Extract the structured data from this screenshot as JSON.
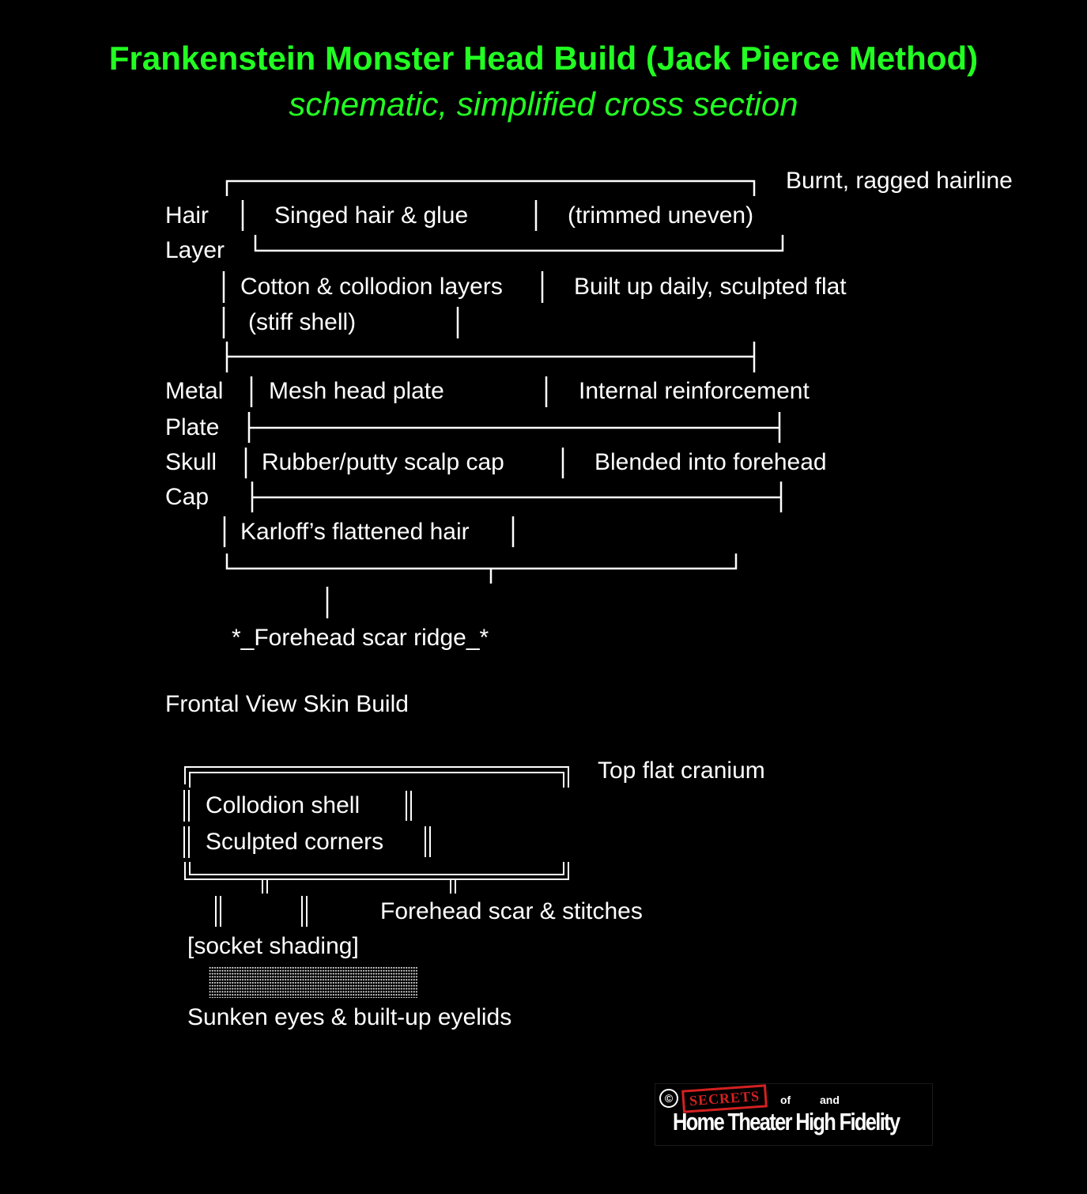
{
  "header": {
    "title": "Frankenstein Monster Head Build (Jack Pierce Method)",
    "subtitle": "schematic, simplified cross section",
    "accent_color": "#22ff22"
  },
  "cross_section": {
    "side_labels": {
      "hair": "Hair",
      "layer": "Layer",
      "metal": "Metal",
      "plate": "Plate",
      "skull": "Skull",
      "cap": "Cap"
    },
    "rows": {
      "hair_layer": {
        "content": "Singed hair & glue",
        "note": "(trimmed uneven)"
      },
      "collodion": {
        "content": "Cotton & collodion layers",
        "content_line2": "(stiff shell)",
        "note": "Built up daily, sculpted flat"
      },
      "metal_plate": {
        "content": "Mesh head plate",
        "note": "Internal reinforcement"
      },
      "skull_cap": {
        "content": "Rubber/putty scalp cap",
        "note": "Blended into forehead"
      },
      "karloff": {
        "content": "Karloff’s flattened hair"
      }
    },
    "top_annotation": "Burnt, ragged hairline",
    "bottom_annotation": "*_Forehead scar ridge_*"
  },
  "frontal_view": {
    "heading": "Frontal View Skin Build",
    "top_annotation": "Top flat cranium",
    "box_lines": [
      "Collodion shell",
      "Sculpted corners"
    ],
    "scar_annotation": "Forehead scar & stitches",
    "socket_label": "[socket shading]",
    "eyes_caption": "Sunken eyes & built-up eyelids"
  },
  "watermark": {
    "copyright": "©",
    "secrets": "SECRETS",
    "of": "of",
    "and": "and",
    "name": "Home Theater High Fidelity"
  }
}
